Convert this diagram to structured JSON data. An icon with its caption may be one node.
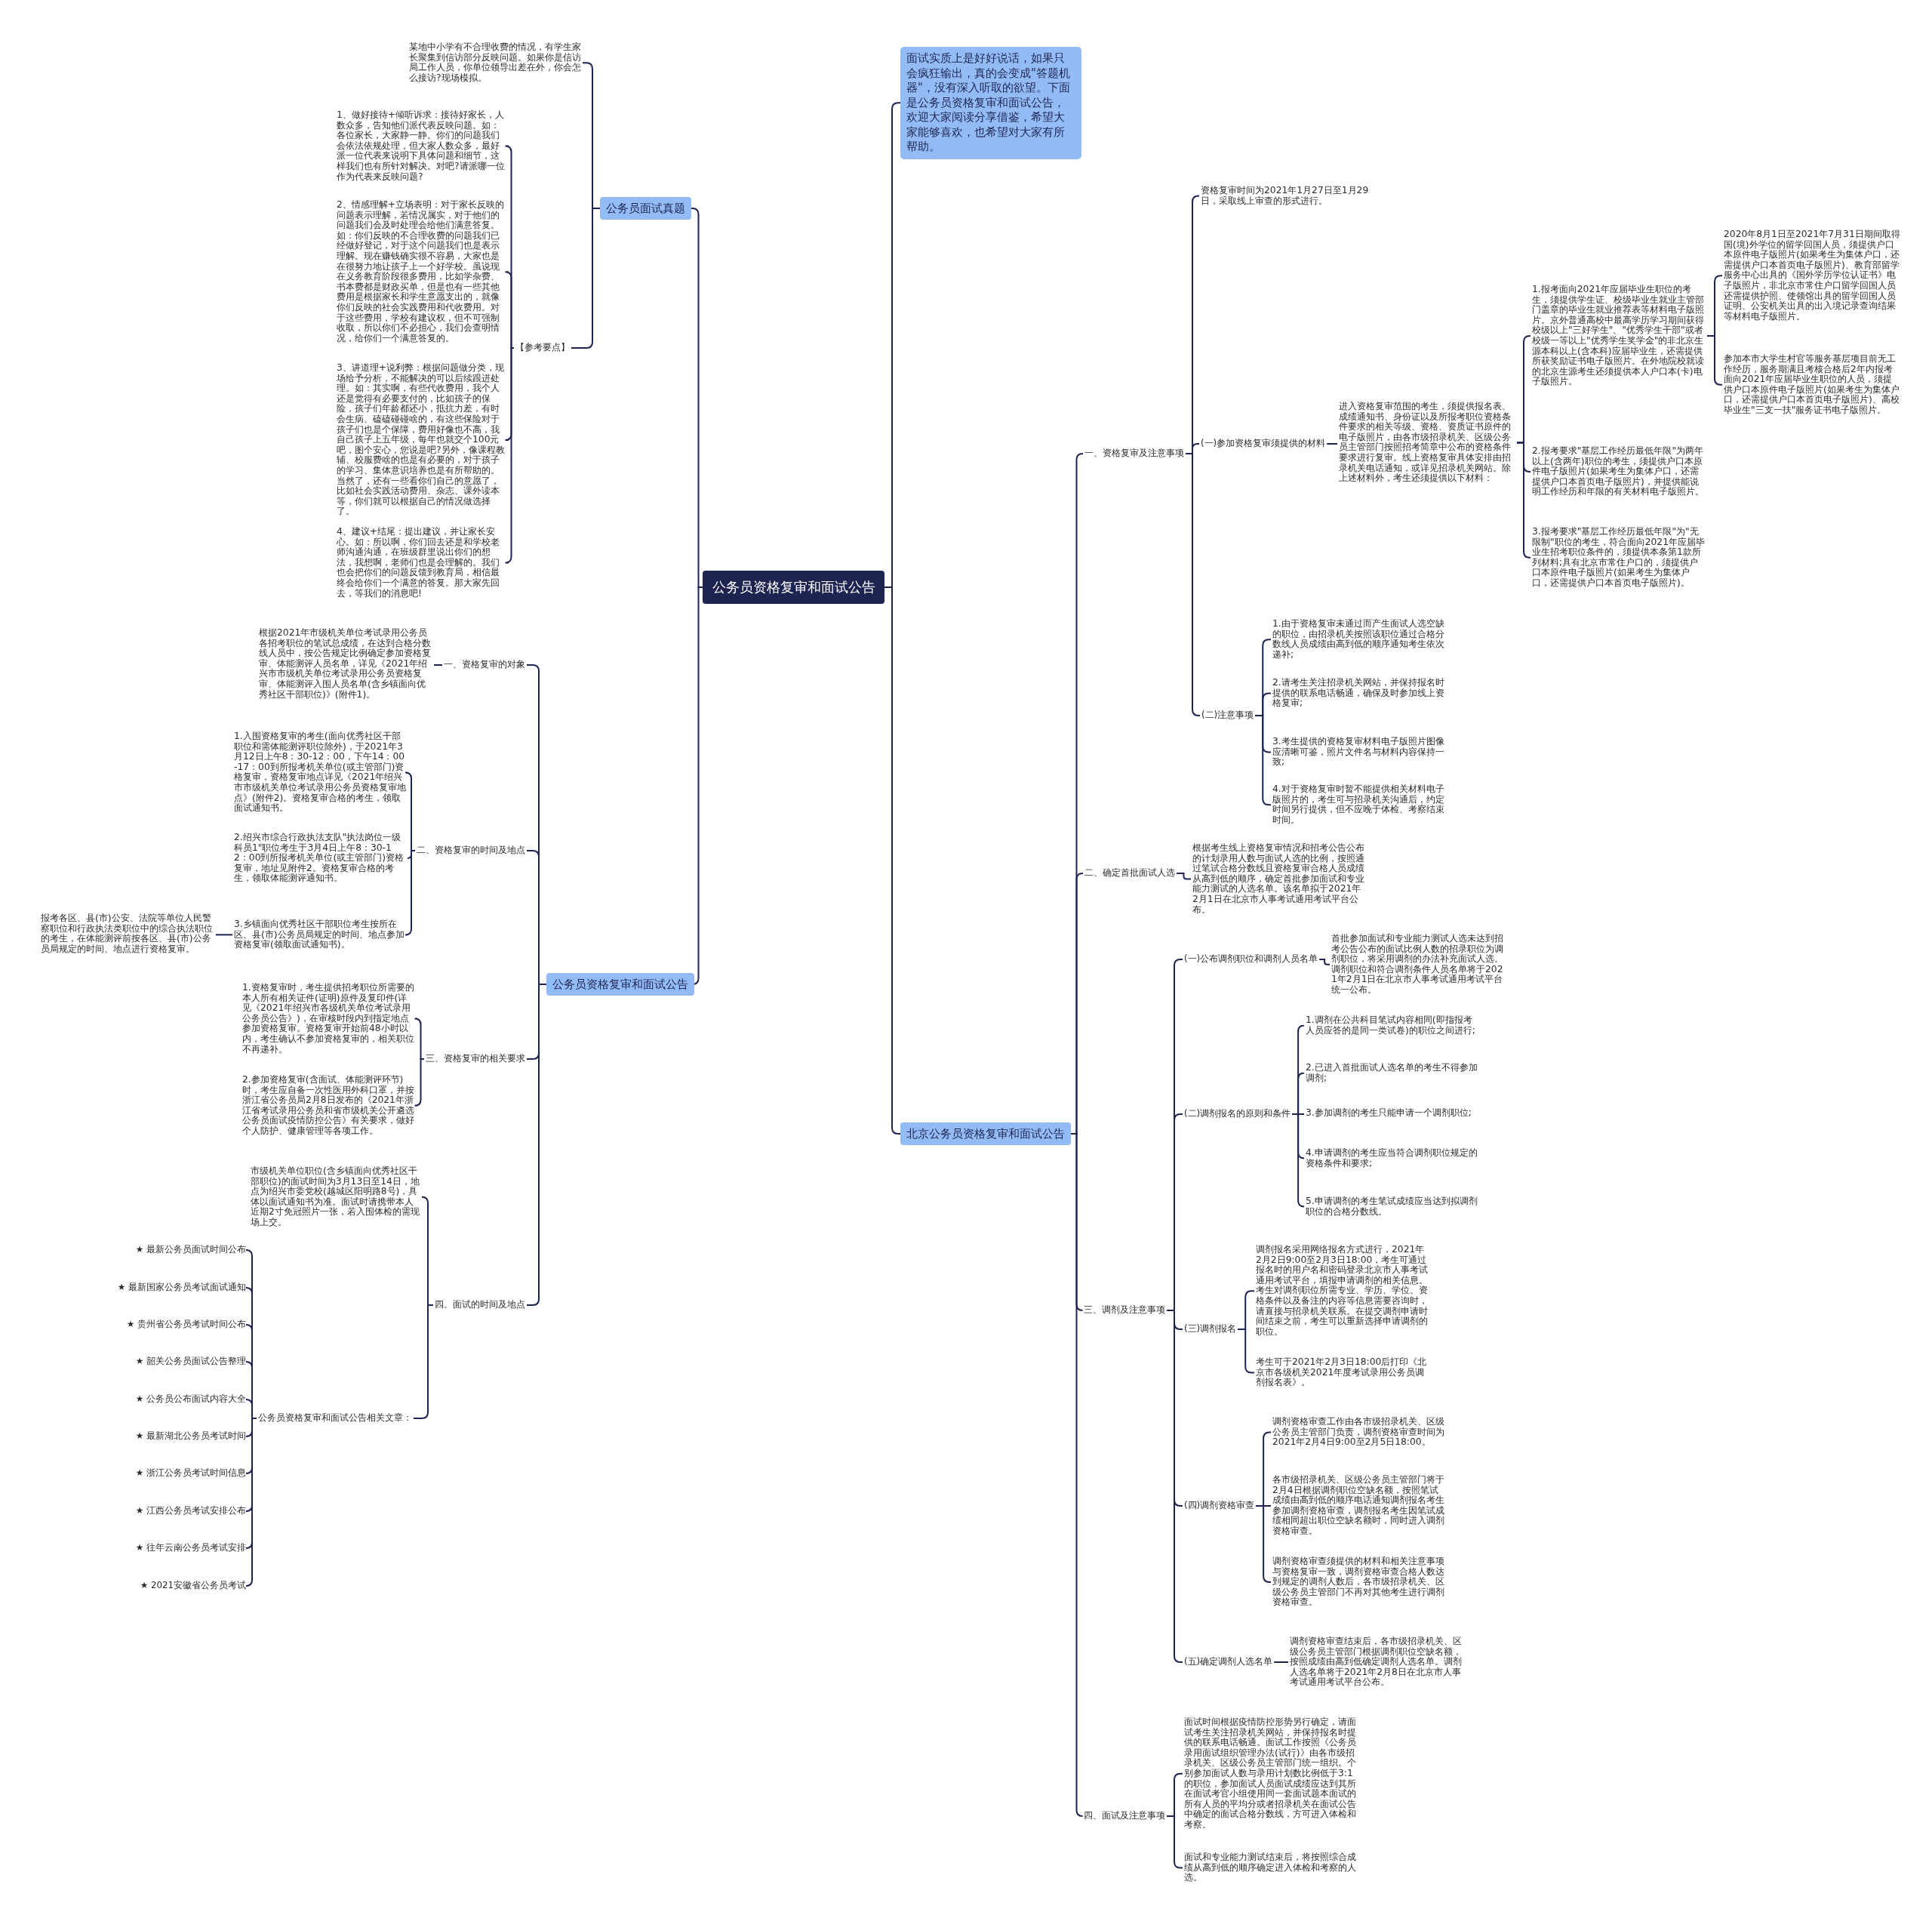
{
  "diagram": {
    "nodes": [
      {
        "text": [
          "公务员资格复审和面试公告"
        ]
      },
      {
        "text": [
          "公务员面试真题"
        ]
      },
      {
        "text": [
          "某地中小学有不合理收费的情况，有学生家长聚集到信访部分反映问题。如果你是信访局工作人员，你单位领导出差在外，你会怎么接访?现场模拟。"
        ]
      },
      {
        "text": [
          "【参考要点】"
        ]
      },
      {
        "text": [
          "1、做好接待+倾听诉求：接待好家长，人数众多，告知他们派代表反映问题。如：各位家长，大家静一静。你们的问题我们会依法依规处理，但大家人数众多，最好派一位代表来说明下具体问题和细节，这样我们也有所针对解决。对吧?请派哪一位作为代表来反映问题?"
        ]
      },
      {
        "text": [
          "2、情感理解+立场表明：对于家长反映的问题表示理解，若情况属实，对于他们的问题我们会及时处理会给他们满意答复。如：你们反映的不合理收费的问题我们已经做好登记，对于这个问题我们也是表示理解。现在赚钱确实很不容易，大家也是在很努力地让孩子上一个好学校。虽说现在义务教育阶段很多费用，比如学杂费、书本费都是财政买单，但是也有一些其他费用是根据家长和学生意愿支出的，就像你们反映的社会实践费用和代收费用。对于这些费用，学校有建议权，但不可强制收取，所以你们不必担心，我们会查明情况，给你们一个满意答复的。"
        ]
      },
      {
        "text": [
          "3、讲道理+说利弊：根据问题做分类，现场给予分析，不能解决的可以后续跟进处理。如：其实啊，有些代收费用，我个人还是觉得有必要支付的，比如孩子的保险，孩子们年龄都还小，抵抗力差，有时会生病、磕磕碰碰啥的，有这些保险对于孩子们也是个保障，费用好像也不高，我自己孩子上五年级，每年也就交个100元吧，图个安心，您说是吧?另外，像课程教辅、校服费啥的也是有必要的，对于孩子的学习、集体意识培养也是有所帮助的。当然了，还有一些看你们自己的意愿了，比如社会实践活动费用、杂志、课外读本等，你们就可以根据自己的情况做选择了。"
        ]
      },
      {
        "text": [
          "4、建议+结尾：提出建议，并让家长安心。如：所以啊，你们回去还是和学校老师沟通沟通，在班级群里说出你们的想法，我想啊，老师们也是会理解的。我们也会把你们的问题反馈到教育局，相信最终会给你们一个满意的答复。那大家先回去，等我们的消息吧!"
        ]
      },
      {
        "text": [
          "公务员资格复审和面试公告"
        ]
      },
      {
        "text": [
          "一、资格复审的对象"
        ]
      },
      {
        "text": [
          "根据2021年市级机关单位考试录用公务员各招考职位的笔试总成绩，在达到合格分数线人员中，按公告规定比例确定参加资格复审、体能测评人员名单，详见《2021年绍兴市市级机关单位考试录用公务员资格复审、体能测评入围人员名单(含乡镇面向优秀社区干部职位)》(附件1)。"
        ]
      },
      {
        "text": [
          "二、资格复审的时间及地点"
        ]
      },
      {
        "text": [
          "1.入围资格复审的考生(面向优秀社区干部职位和需体能测评职位除外)，于2021年3月12日上午8：30-12：00，下午14：00-17：00到所报考机关单位(或主管部门)资格复审，资格复审地点详见《2021年绍兴市市级机关单位考试录用公务员资格复审地点》(附件2)。资格复审合格的考生，领取面试通知书。"
        ]
      },
      {
        "text": [
          "2.绍兴市综合行政执法支队\"执法岗位一级科员1\"职位考生于3月4日上午8：30-12：00到所报考机关单位(或主管部门)资格复审，地址见附件2。资格复审合格的考生，领取体能测评通知书。"
        ]
      },
      {
        "text": [
          "3.乡镇面向优秀社区干部职位考生按所在区、县(市)公务员局规定的时间、地点参加资格复审(领取面试通知书)。"
        ]
      },
      {
        "text": [
          "报考各区、县(市)公安、法院等单位人民警察职位和行政执法类职位中的综合执法职位的考生，在体能测评前按各区、县(市)公务员局规定的时间、地点进行资格复审。"
        ]
      },
      {
        "text": [
          "三、资格复审的相关要求"
        ]
      },
      {
        "text": [
          "1.资格复审时，考生提供招考职位所需要的本人所有相关证件(证明)原件及复印件(详见《2021年绍兴市各级机关单位考试录用公务员公告》)，在审核时段内到指定地点参加资格复审。资格复审开始前48小时以内，考生确认不参加资格复审的，相关职位不再递补。"
        ]
      },
      {
        "text": [
          "2.参加资格复审(含面试、体能测评环节)时，考生应自备一次性医用外科口罩，并按浙江省公务员局2月8日发布的《2021年浙江省考试录用公务员和省市级机关公开遴选公务员面试疫情防控公告》有关要求，做好个人防护、健康管理等各项工作。"
        ]
      },
      {
        "text": [
          "四、面试的时间及地点"
        ]
      },
      {
        "text": [
          "市级机关单位职位(含乡镇面向优秀社区干部职位)的面试时间为3月13日至14日，地点为绍兴市委党校(越城区阳明路8号)，具体以面试通知书为准。面试时请携带本人近期2寸免冠照片一张，若入围体检的需现场上交。"
        ]
      },
      {
        "text": [
          "公务员资格复审和面试公告相关文章："
        ]
      },
      {
        "text": [
          "★ 最新公务员面试时间公布"
        ]
      },
      {
        "text": [
          "★ 最新国家公务员考试面试通知"
        ]
      },
      {
        "text": [
          "★ 贵州省公务员考试时间公布"
        ]
      },
      {
        "text": [
          "★ 韶关公务员面试公告整理"
        ]
      },
      {
        "text": [
          "★ 公务员公布面试内容大全"
        ]
      },
      {
        "text": [
          "★ 最新湖北公务员考试时间"
        ]
      },
      {
        "text": [
          "★ 浙江公务员考试时间信息"
        ]
      },
      {
        "text": [
          "★ 江西公务员考试安排公布"
        ]
      },
      {
        "text": [
          "★ 往年云南公务员考试安排"
        ]
      },
      {
        "text": [
          "★ 2021安徽省公务员考试"
        ]
      },
      {
        "text": [
          "面试实质上是好好说话，如果只会疯狂输出，真的会变成\"答题机器\"，没有深入听取的欲望。下面是公务员资格复审和面试公告，欢迎大家阅读分享借鉴，希望大家能够喜欢，也希望对大家有所帮助。"
        ]
      },
      {
        "text": [
          "北京公务员资格复审和面试公告"
        ]
      },
      {
        "text": [
          "一、资格复审及注意事项"
        ]
      },
      {
        "text": [
          "资格复审时间为2021年1月27日至1月29日，采取线上审查的形式进行。"
        ]
      },
      {
        "text": [
          "(一)参加资格复审须提供的材料"
        ]
      },
      {
        "text": [
          "进入资格复审范围的考生，须提供报名表、成绩通知书、身份证以及所报考职位资格条件要求的相关等级、资格、资质证书原件的电子版照片，由各市级招录机关、区级公务员主管部门按照招考简章中公布的资格条件要求进行复审。线上资格复审具体安排由招录机关电话通知，或详见招录机关网站。除上述材料外，考生还须提供以下材料："
        ]
      },
      {
        "text": [
          "1.报考面向2021年应届毕业生职位的考生，须提供学生证、校级毕业生就业主管部门盖章的毕业生就业推荐表等材料电子版照片。京外普通高校中最高学历学习期间获得校级以上\"三好学生\"、\"优秀学生干部\"或者校级一等以上\"优秀学生奖学金\"的非北京生源本科以上(含本科)应届毕业生，还需提供所获奖励证书电子版照片。在外地院校就读的北京生源考生还须提供本人户口本(卡)电子版照片。"
        ]
      },
      {
        "text": [
          "2020年8月1日至2021年7月31日期间取得国(境)外学位的留学回国人员，须提供户口本原件电子版照片(如果考生为集体户口，还需提供户口本首页电子版照片)、教育部留学服务中心出具的《国外学历学位认证书》电子版照片，非北京市常住户口留学回国人员还需提供护照、使领馆出具的留学回国人员证明、公安机关出具的出入境记录查询结果等材料电子版照片。"
        ]
      },
      {
        "text": [
          "参加本市大学生村官等服务基层项目前无工作经历，服务期满且考核合格后2年内报考面向2021年应届毕业生职位的人员，须提供户口本原件电子版照片(如果考生为集体户口，还需提供户口本首页电子版照片)、高校毕业生\"三支一扶\"服务证书电子版照片。"
        ]
      },
      {
        "text": [
          "2.报考要求\"基层工作经历最低年限\"为两年以上(含两年)职位的考生，须提供户口本原件电子版照片(如果考生为集体户口，还需提供户口本首页电子版照片)，并提供能说明工作经历和年限的有关材料电子版照片。"
        ]
      },
      {
        "text": [
          "3.报考要求\"基层工作经历最低年限\"为\"无限制\"职位的考生，符合面向2021年应届毕业生招考职位条件的，须提供本条第1款所列材料;具有北京市常住户口的，须提供户口本原件电子版照片(如果考生为集体户口，还需提供户口本首页电子版照片)。"
        ]
      },
      {
        "text": [
          "(二)注意事项"
        ]
      },
      {
        "text": [
          "1.由于资格复审未通过而产生面试人选空缺的职位，由招录机关按照该职位通过合格分数线人员成绩由高到低的顺序通知考生依次递补;"
        ]
      },
      {
        "text": [
          "2.请考生关注招录机关网站，并保持报名时提供的联系电话畅通，确保及时参加线上资格复审;"
        ]
      },
      {
        "text": [
          "3.考生提供的资格复审材料电子版照片图像应清晰可鉴，照片文件名与材料内容保持一致;"
        ]
      },
      {
        "text": [
          "4.对于资格复审时暂不能提供相关材料电子版照片的，考生可与招录机关沟通后，约定时间另行提供，但不应晚于体检、考察结束时间。"
        ]
      },
      {
        "text": [
          "二、确定首批面试人选"
        ]
      },
      {
        "text": [
          "根据考生线上资格复审情况和招考公告公布的计划录用人数与面试人选的比例，按照通过笔试合格分数线且资格复审合格人员成绩从高到低的顺序，确定首批参加面试和专业能力测试的人选名单。该名单拟于2021年2月1日在北京市人事考试通用考试平台公布。"
        ]
      },
      {
        "text": [
          "三、调剂及注意事项"
        ]
      },
      {
        "text": [
          "(一)公布调剂职位和调剂人员名单"
        ]
      },
      {
        "text": [
          "首批参加面试和专业能力测试人选未达到招考公告公布的面试比例人数的招录职位为调剂职位，将采用调剂的办法补充面试人选。调剂职位和符合调剂条件人员名单将于2021年2月1日在北京市人事考试通用考试平台统一公布。"
        ]
      },
      {
        "text": [
          "(二)调剂报名的原则和条件"
        ]
      },
      {
        "text": [
          "1.调剂在公共科目笔试内容相同(即指报考人员应答的是同一类试卷)的职位之间进行;"
        ]
      },
      {
        "text": [
          "2.已进入首批面试人选名单的考生不得参加调剂;"
        ]
      },
      {
        "text": [
          "3.参加调剂的考生只能申请一个调剂职位;"
        ]
      },
      {
        "text": [
          "4.申请调剂的考生应当符合调剂职位规定的资格条件和要求;"
        ]
      },
      {
        "text": [
          "5.申请调剂的考生笔试成绩应当达到拟调剂职位的合格分数线。"
        ]
      },
      {
        "text": [
          "(三)调剂报名"
        ]
      },
      {
        "text": [
          "调剂报名采用网络报名方式进行，2021年2月2日9:00至2月3日18:00，考生可通过报名时的用户名和密码登录北京市人事考试通用考试平台，填报申请调剂的相关信息。考生对调剂职位所需专业、学历、学位、资格条件以及备注的内容等信息需要咨询时，请直接与招录机关联系。在提交调剂申请时间结束之前，考生可以重新选择申请调剂的职位。"
        ]
      },
      {
        "text": [
          "考生可于2021年2月3日18:00后打印《北京市各级机关2021年度考试录用公务员调剂报名表》。"
        ]
      },
      {
        "text": [
          "(四)调剂资格审查"
        ]
      },
      {
        "text": [
          "调剂资格审查工作由各市级招录机关、区级公务员主管部门负责，调剂资格审查时间为2021年2月4日9:00至2月5日18:00。"
        ]
      },
      {
        "text": [
          "各市级招录机关、区级公务员主管部门将于2月4日根据调剂职位空缺名额，按照笔试成绩由高到低的顺序电话通知调剂报名考生参加调剂资格审查，调剂报名考生因笔试成绩相同超出职位空缺名额时，同时进入调剂资格审查。"
        ]
      },
      {
        "text": [
          "调剂资格审查须提供的材料和相关注意事项与资格复审一致，调剂资格审查合格人数达到规定的调剂人数后，各市级招录机关、区级公务员主管部门不再对其他考生进行调剂资格审查。"
        ]
      },
      {
        "text": [
          "(五)确定调剂人选名单"
        ]
      },
      {
        "text": [
          "调剂资格审查结束后，各市级招录机关、区级公务员主管部门根据调剂职位空缺名额，按照成绩由高到低确定调剂人选名单。调剂人选名单将于2021年2月8日在北京市人事考试通用考试平台公布。"
        ]
      },
      {
        "text": [
          "四、面试及注意事项"
        ]
      },
      {
        "text": [
          "面试时间根据疫情防控形势另行确定，请面试考生关注招录机关网站，并保持报名时提供的联系电话畅通。面试工作按照《公务员录用面试组织管理办法(试行)》由各市级招录机关、区级公务员主管部门统一组织。个别参加面试人数与录用计划数比例低于3:1的职位，参加面试人员面试成绩应达到其所在面试考官小组使用同一套面试题本面试的所有人员的平均分或者招录机关在面试公告中确定的面试合格分数线，方可进入体检和考察。"
        ]
      },
      {
        "text": [
          "面试和专业能力测试结束后，将按照综合成绩从高到低的顺序确定进入体检和考察的人选。"
        ]
      }
    ],
    "edges": [
      {
        "from": 0,
        "to": 1,
        "arrow": "none"
      },
      {
        "from": 1,
        "to": 2,
        "arrow": "none"
      },
      {
        "from": 1,
        "to": 3,
        "arrow": "none"
      },
      {
        "from": 3,
        "to": 4,
        "arrow": "none"
      },
      {
        "from": 3,
        "to": 5,
        "arrow": "none"
      },
      {
        "from": 3,
        "to": 6,
        "arrow": "none"
      },
      {
        "from": 3,
        "to": 7,
        "arrow": "none"
      },
      {
        "from": 0,
        "to": 8,
        "arrow": "none"
      },
      {
        "from": 8,
        "to": 9,
        "arrow": "none"
      },
      {
        "from": 9,
        "to": 10,
        "arrow": "none"
      },
      {
        "from": 8,
        "to": 11,
        "arrow": "none"
      },
      {
        "from": 11,
        "to": 12,
        "arrow": "none"
      },
      {
        "from": 11,
        "to": 13,
        "arrow": "none"
      },
      {
        "from": 11,
        "to": 14,
        "arrow": "none"
      },
      {
        "from": 14,
        "to": 15,
        "arrow": "none"
      },
      {
        "from": 8,
        "to": 16,
        "arrow": "none"
      },
      {
        "from": 16,
        "to": 17,
        "arrow": "none"
      },
      {
        "from": 16,
        "to": 18,
        "arrow": "none"
      },
      {
        "from": 8,
        "to": 19,
        "arrow": "none"
      },
      {
        "from": 19,
        "to": 20,
        "arrow": "none"
      },
      {
        "from": 19,
        "to": 21,
        "arrow": "none"
      },
      {
        "from": 21,
        "to": 22,
        "arrow": "none"
      },
      {
        "from": 21,
        "to": 23,
        "arrow": "none"
      },
      {
        "from": 21,
        "to": 24,
        "arrow": "none"
      },
      {
        "from": 21,
        "to": 25,
        "arrow": "none"
      },
      {
        "from": 21,
        "to": 26,
        "arrow": "none"
      },
      {
        "from": 21,
        "to": 27,
        "arrow": "none"
      },
      {
        "from": 21,
        "to": 28,
        "arrow": "none"
      },
      {
        "from": 21,
        "to": 29,
        "arrow": "none"
      },
      {
        "from": 21,
        "to": 30,
        "arrow": "none"
      },
      {
        "from": 21,
        "to": 31,
        "arrow": "none"
      },
      {
        "from": 0,
        "to": 32,
        "arrow": "none"
      },
      {
        "from": 0,
        "to": 33,
        "arrow": "none"
      },
      {
        "from": 33,
        "to": 34,
        "arrow": "none"
      },
      {
        "from": 34,
        "to": 35,
        "arrow": "none"
      },
      {
        "from": 34,
        "to": 36,
        "arrow": "none"
      },
      {
        "from": 36,
        "to": 37,
        "arrow": "none"
      },
      {
        "from": 37,
        "to": 38,
        "arrow": "none"
      },
      {
        "from": 38,
        "to": 39,
        "arrow": "none"
      },
      {
        "from": 38,
        "to": 40,
        "arrow": "none"
      },
      {
        "from": 37,
        "to": 41,
        "arrow": "none"
      },
      {
        "from": 37,
        "to": 42,
        "arrow": "none"
      },
      {
        "from": 34,
        "to": 43,
        "arrow": "none"
      },
      {
        "from": 43,
        "to": 44,
        "arrow": "none"
      },
      {
        "from": 43,
        "to": 45,
        "arrow": "none"
      },
      {
        "from": 43,
        "to": 46,
        "arrow": "none"
      },
      {
        "from": 43,
        "to": 47,
        "arrow": "none"
      },
      {
        "from": 33,
        "to": 48,
        "arrow": "none"
      },
      {
        "from": 48,
        "to": 49,
        "arrow": "none"
      },
      {
        "from": 33,
        "to": 50,
        "arrow": "none"
      },
      {
        "from": 50,
        "to": 51,
        "arrow": "none"
      },
      {
        "from": 51,
        "to": 52,
        "arrow": "none"
      },
      {
        "from": 50,
        "to": 53,
        "arrow": "none"
      },
      {
        "from": 53,
        "to": 54,
        "arrow": "none"
      },
      {
        "from": 53,
        "to": 55,
        "arrow": "none"
      },
      {
        "from": 53,
        "to": 56,
        "arrow": "none"
      },
      {
        "from": 53,
        "to": 57,
        "arrow": "none"
      },
      {
        "from": 53,
        "to": 58,
        "arrow": "none"
      },
      {
        "from": 50,
        "to": 59,
        "arrow": "none"
      },
      {
        "from": 59,
        "to": 60,
        "arrow": "none"
      },
      {
        "from": 59,
        "to": 61,
        "arrow": "none"
      },
      {
        "from": 50,
        "to": 62,
        "arrow": "none"
      },
      {
        "from": 62,
        "to": 63,
        "arrow": "none"
      },
      {
        "from": 62,
        "to": 64,
        "arrow": "none"
      },
      {
        "from": 62,
        "to": 65,
        "arrow": "none"
      },
      {
        "from": 50,
        "to": 66,
        "arrow": "none"
      },
      {
        "from": 66,
        "to": 67,
        "arrow": "none"
      },
      {
        "from": 33,
        "to": 68,
        "arrow": "none"
      },
      {
        "from": 68,
        "to": 69,
        "arrow": "none"
      },
      {
        "from": 68,
        "to": 70,
        "arrow": "none"
      }
    ]
  }
}
